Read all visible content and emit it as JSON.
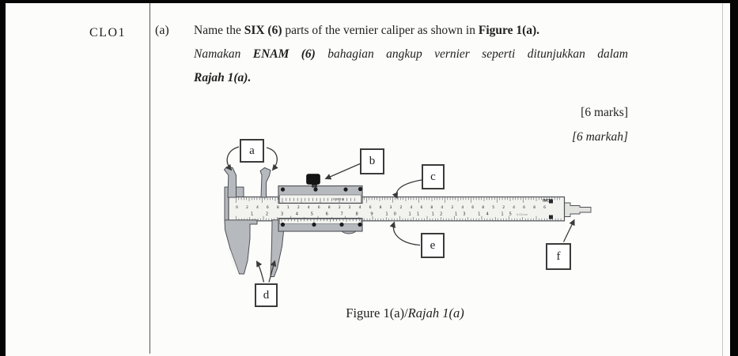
{
  "page": {
    "clo_label": "CLO1",
    "item_label": "(a)"
  },
  "question": {
    "en": {
      "pre": "Name the ",
      "bold1": "SIX (6)",
      "mid": " parts of the vernier caliper as shown in ",
      "bold2": "Figure 1(a)."
    },
    "ms": {
      "pre": "Namakan ",
      "bold1": "ENAM (6)",
      "mid": " bahagian angkup vernier seperti ditunjukkan dalam"
    },
    "ms_line2": "Rajah 1(a).",
    "marks_en": "[6 marks]",
    "marks_ms": "[6 markah]"
  },
  "figure": {
    "labels": {
      "a": "a",
      "b": "b",
      "c": "c",
      "d": "d",
      "e": "e",
      "f": "f"
    },
    "caption_en": "Figure 1(a)/",
    "caption_ms": "Rajah 1(a)",
    "scales": {
      "top_numbers": "0 2 4 6 8 1 2 4 6 8 2 2 4 6 8 3 2 4 6 8 4 2 4 6 8 5 2 4 6 8 6",
      "bottom_numbers": "1 2 3 4 5 6 7 8 9 10 11 12 13 14 15",
      "unit_top_right": "INCH",
      "vernier_label": "0.001in",
      "mm_label": "0.02mm"
    }
  },
  "colors": {
    "page_bg": "#fcfcfb",
    "frame": "#050505",
    "divider": "#53565a",
    "ink": "#1f1f1f",
    "metal_light": "#f2f2ef",
    "metal_mid": "#b6b9bd",
    "outline": "#4c4f54",
    "box_border": "#3b3b3b"
  }
}
